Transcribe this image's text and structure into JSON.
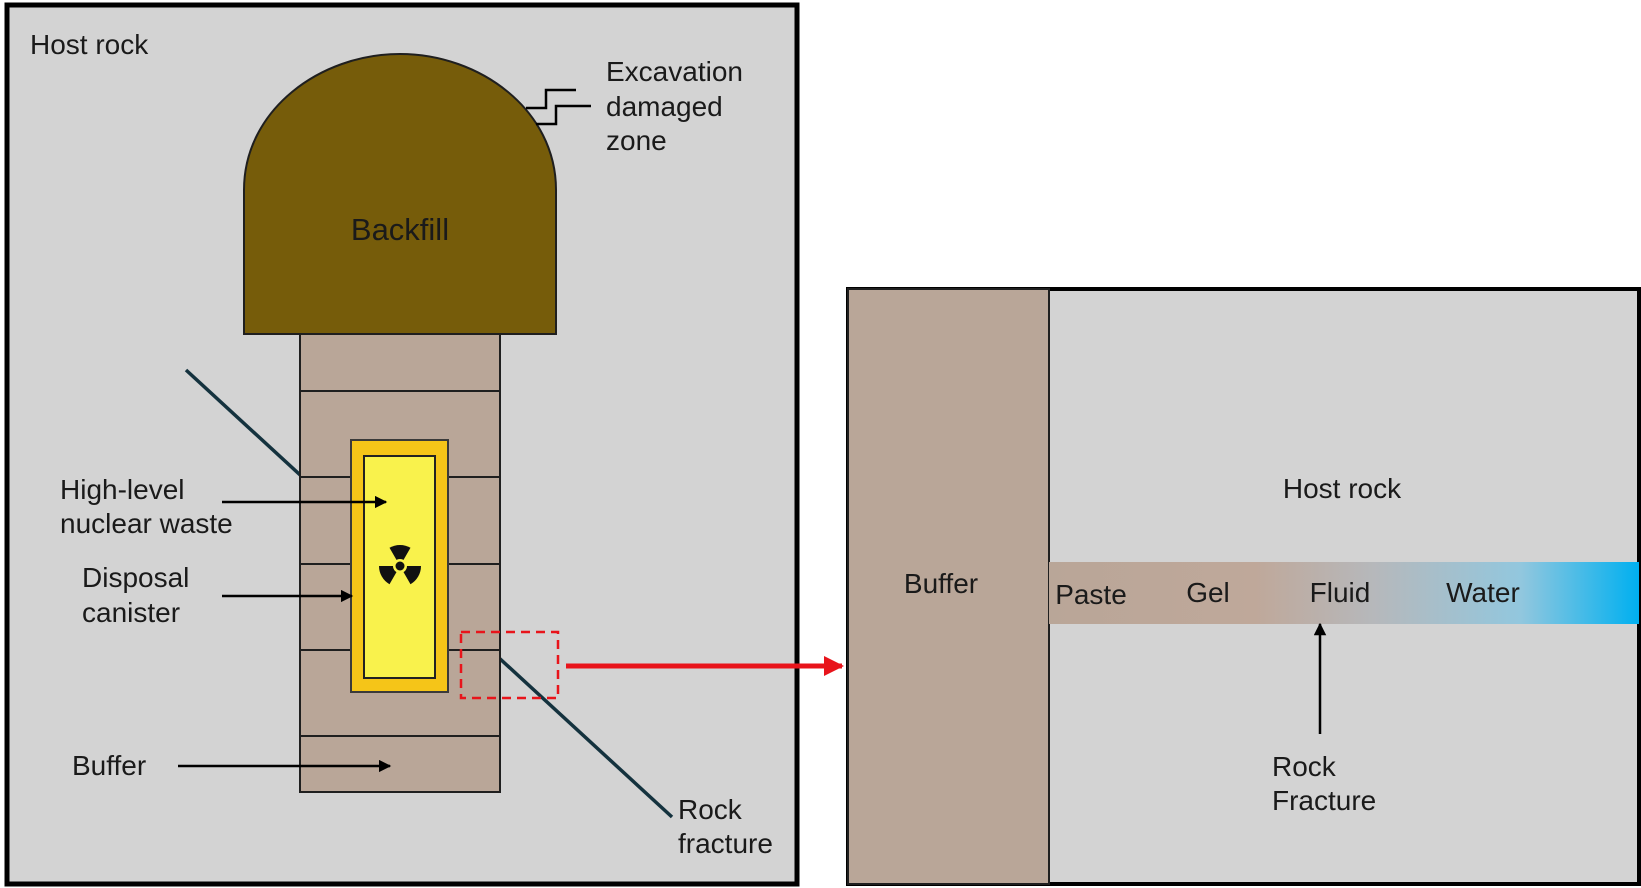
{
  "left_panel": {
    "host_rock_label": "Host rock",
    "backfill_label": "Backfill",
    "edz_label": [
      "Excavation",
      "damaged",
      "zone"
    ],
    "waste_label": [
      "High-level",
      "nuclear waste"
    ],
    "canister_label": [
      "Disposal",
      "canister"
    ],
    "buffer_label": "Buffer",
    "fracture_label": [
      "Rock",
      "fracture"
    ]
  },
  "right_panel": {
    "host_rock_label": "Host rock",
    "buffer_label": "Buffer",
    "gradient_labels": [
      "Paste",
      "Gel",
      "Fluid",
      "Water"
    ],
    "fracture_label": [
      "Rock",
      "Fracture"
    ]
  },
  "colors": {
    "host_rock": "#d3d3d3",
    "backfill": "#765c0a",
    "buffer": "#b9a698",
    "canister": "#f5c518",
    "waste": "#f9f24c",
    "water": "#00b0f0",
    "zoom_marker": "#e8141b",
    "outline": "#000000"
  },
  "icons": {
    "radiation": "radiation-icon"
  }
}
